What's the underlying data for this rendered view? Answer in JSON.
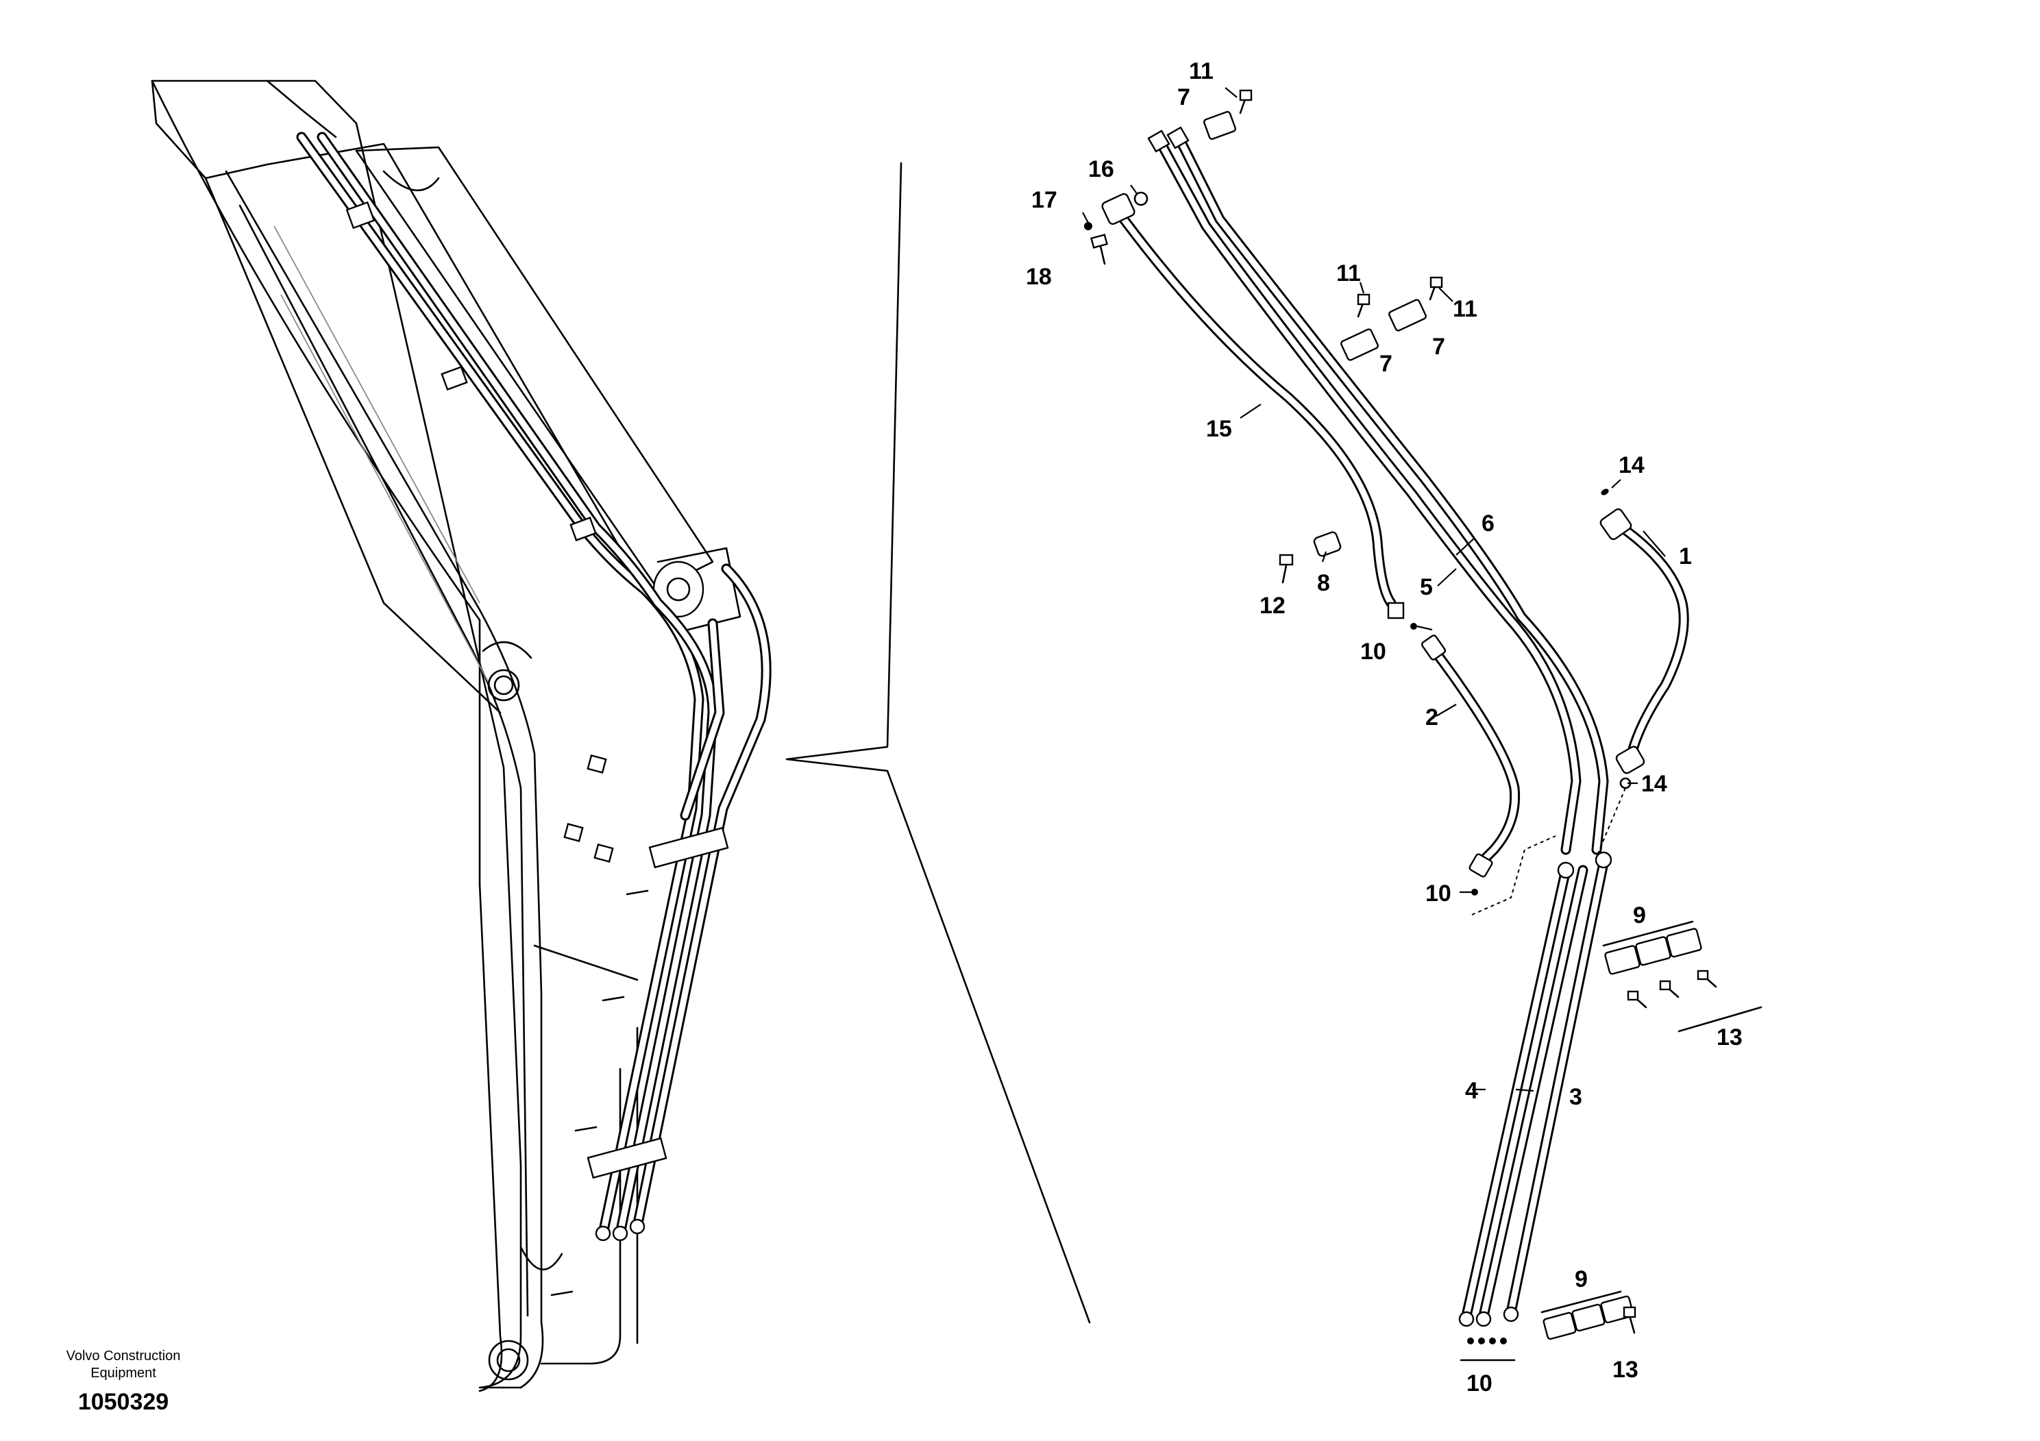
{
  "footer": {
    "company_line1": "Volvo Construction",
    "company_line2": "Equipment",
    "drawing_number": "1050329"
  },
  "callouts": {
    "c1": "1",
    "c2": "2",
    "c3": "3",
    "c4": "4",
    "c5": "5",
    "c6": "6",
    "c7a": "7",
    "c7b": "7",
    "c7c": "7",
    "c8": "8",
    "c9a": "9",
    "c9b": "9",
    "c10a": "10",
    "c10b": "10",
    "c10c": "10",
    "c11a": "11",
    "c11b": "11",
    "c11c": "11",
    "c12": "12",
    "c13a": "13",
    "c13b": "13",
    "c14a": "14",
    "c14b": "14",
    "c15": "15",
    "c16": "16",
    "c17": "17",
    "c18": "18"
  }
}
